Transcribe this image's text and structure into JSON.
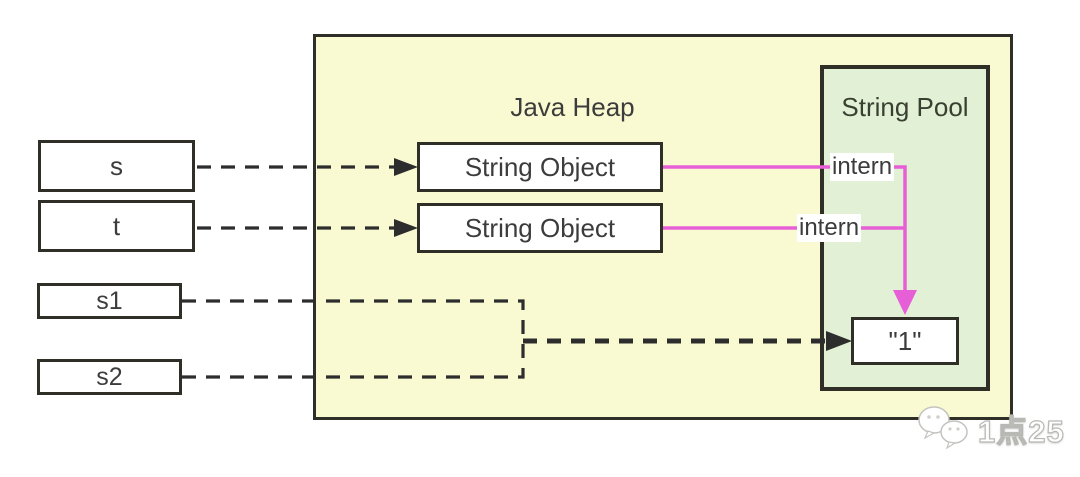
{
  "colors": {
    "heap-fill": "#fafad2",
    "pool-fill": "#e2f0d6",
    "border": "#2f2f28",
    "line": "#2d2d2d",
    "pink": "#e75fd6",
    "text": "#3c3c3c"
  },
  "heap": {
    "title": "Java Heap",
    "objects": [
      {
        "label": "String Object"
      },
      {
        "label": "String Object"
      }
    ]
  },
  "pool": {
    "title": "String Pool",
    "literal": "\"1\""
  },
  "variables": [
    {
      "label": "s"
    },
    {
      "label": "t"
    },
    {
      "label": "s1"
    },
    {
      "label": "s2"
    }
  ],
  "intern_labels": [
    "intern",
    "intern"
  ],
  "edges": [
    {
      "from": "s",
      "to": "String Object (top)",
      "style": "black-dashed-arrow"
    },
    {
      "from": "t",
      "to": "String Object (bottom)",
      "style": "black-dashed-arrow"
    },
    {
      "from": "String Object (top)",
      "to": "\"1\"",
      "label": "intern",
      "style": "pink-solid-arrow"
    },
    {
      "from": "String Object (bottom)",
      "to": "\"1\"",
      "label": "intern",
      "style": "pink-solid-arrow"
    },
    {
      "from": "s1",
      "to": "\"1\"",
      "style": "black-dashed-arrow-merged"
    },
    {
      "from": "s2",
      "to": "\"1\"",
      "style": "black-dashed-arrow-merged"
    }
  ],
  "watermark": {
    "text": "1点25"
  }
}
